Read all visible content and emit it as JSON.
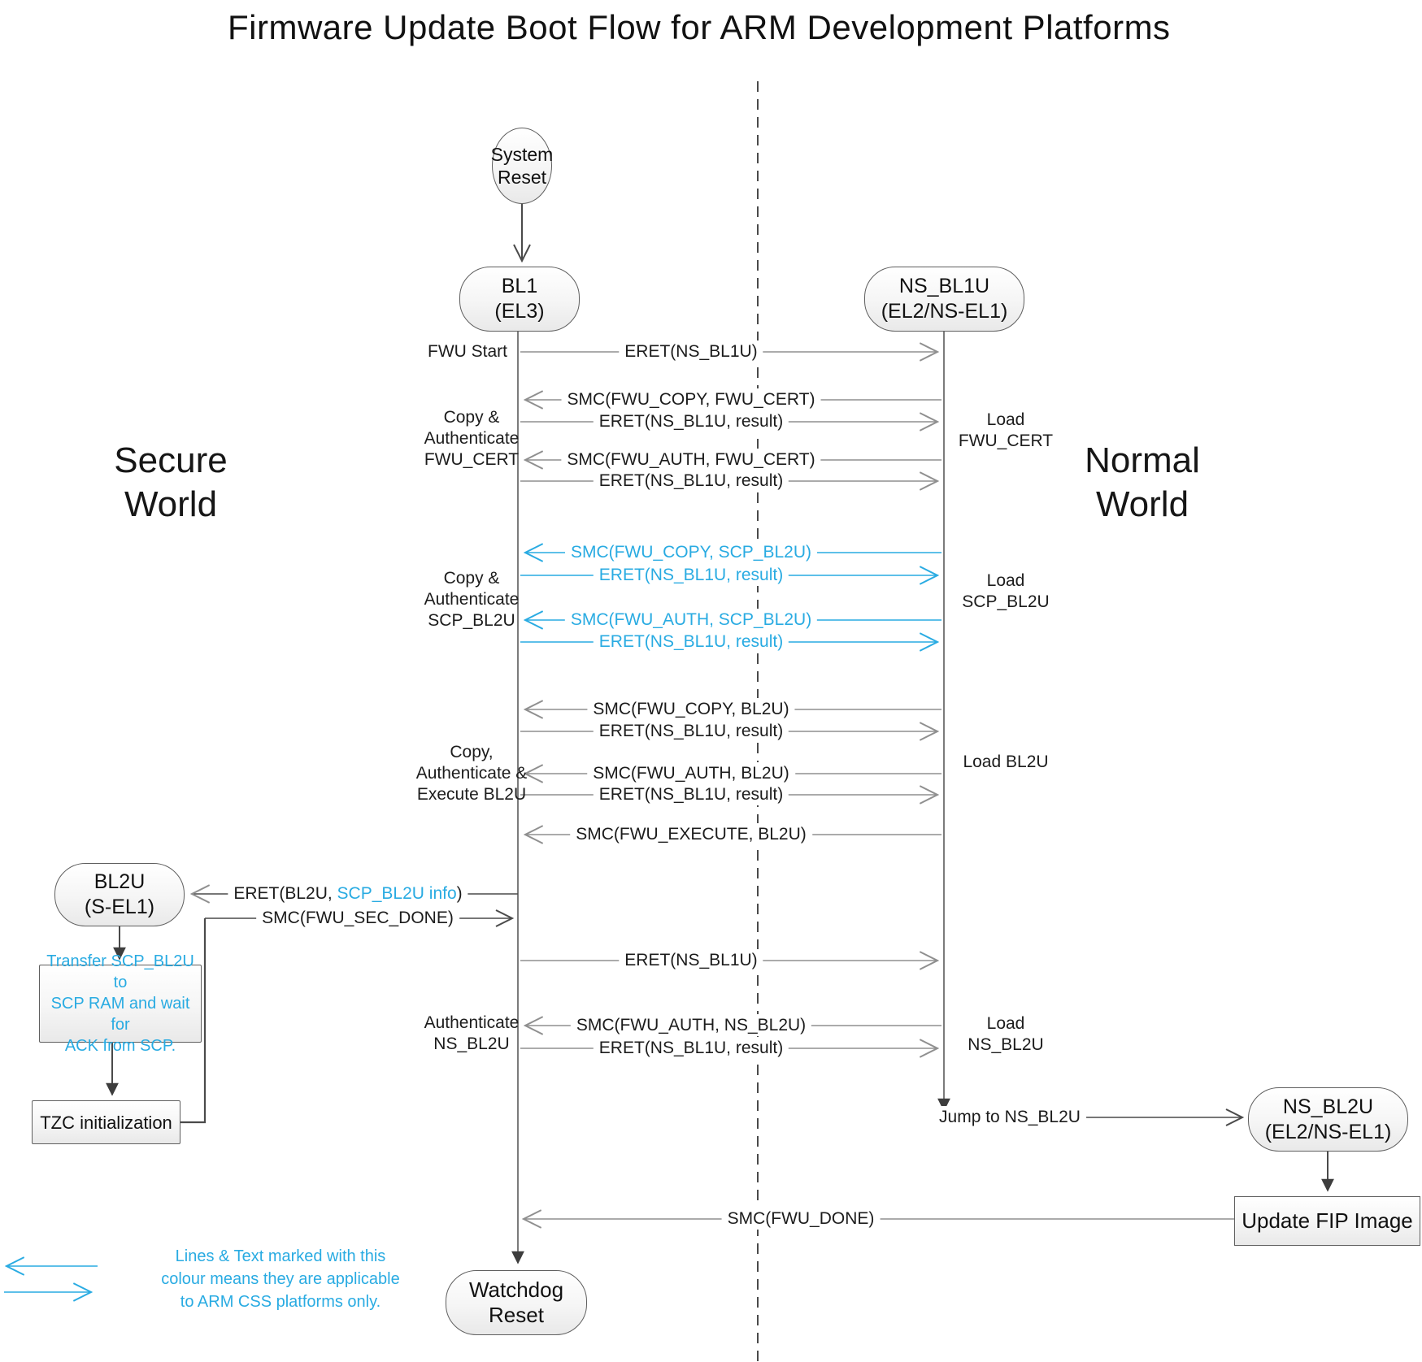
{
  "title": "Firmware Update Boot Flow for ARM Development Platforms",
  "worlds": {
    "secure": "Secure\nWorld",
    "normal": "Normal\nWorld"
  },
  "nodes": {
    "system_reset": "System\nReset",
    "bl1": "BL1\n(EL3)",
    "ns_bl1u": "NS_BL1U\n(EL2/NS-EL1)",
    "bl2u": "BL2U\n(S-EL1)",
    "ns_bl2u": "NS_BL2U\n(EL2/NS-EL1)",
    "watchdog_reset": "Watchdog Reset",
    "transfer_scp": "Transfer SCP_BL2U to\nSCP RAM and wait for\nACK from SCP.",
    "tzc_init": "TZC initialization",
    "update_fip": "Update FIP Image"
  },
  "messages": [
    {
      "label": "ERET(NS_BL1U)",
      "direction": "right",
      "color": "black"
    },
    {
      "label": "SMC(FWU_COPY, FWU_CERT)",
      "direction": "left",
      "color": "black"
    },
    {
      "label": "ERET(NS_BL1U, result)",
      "direction": "right",
      "color": "black"
    },
    {
      "label": "SMC(FWU_AUTH, FWU_CERT)",
      "direction": "left",
      "color": "black"
    },
    {
      "label": "ERET(NS_BL1U, result)",
      "direction": "right",
      "color": "black"
    },
    {
      "label": "SMC(FWU_COPY, SCP_BL2U)",
      "direction": "left",
      "color": "blue"
    },
    {
      "label": "ERET(NS_BL1U, result)",
      "direction": "right",
      "color": "blue"
    },
    {
      "label": "SMC(FWU_AUTH, SCP_BL2U)",
      "direction": "left",
      "color": "blue"
    },
    {
      "label": "ERET(NS_BL1U, result)",
      "direction": "right",
      "color": "blue"
    },
    {
      "label": "SMC(FWU_COPY, BL2U)",
      "direction": "left",
      "color": "black"
    },
    {
      "label": "ERET(NS_BL1U, result)",
      "direction": "right",
      "color": "black"
    },
    {
      "label": "SMC(FWU_AUTH, BL2U)",
      "direction": "left",
      "color": "black"
    },
    {
      "label": "ERET(NS_BL1U, result)",
      "direction": "right",
      "color": "black"
    },
    {
      "label": "SMC(FWU_EXECUTE, BL2U)",
      "direction": "left",
      "color": "black"
    },
    {
      "label": "ERET(NS_BL1U)",
      "direction": "right",
      "color": "black"
    },
    {
      "label": "SMC(FWU_AUTH, NS_BL2U)",
      "direction": "left",
      "color": "black"
    },
    {
      "label": "ERET(NS_BL1U, result)",
      "direction": "right",
      "color": "black"
    }
  ],
  "special_messages": {
    "eret_bl2u": {
      "prefix": "ERET(BL2U, ",
      "highlight": "SCP_BL2U info",
      "suffix": ")"
    },
    "smc_sec_done": "SMC(FWU_SEC_DONE)",
    "smc_done": "SMC(FWU_DONE)",
    "jump_ns_bl2u": "Jump to NS_BL2U"
  },
  "side_labels": {
    "left": [
      {
        "label": "FWU Start"
      },
      {
        "label": "Copy &\nAuthenticate\nFWU_CERT"
      },
      {
        "label": "Copy &\nAuthenticate\nSCP_BL2U",
        "color": "blue"
      },
      {
        "label": "Copy,\nAuthenticate &\nExecute BL2U"
      },
      {
        "label": "Authenticate\nNS_BL2U"
      }
    ],
    "right": [
      {
        "label": "Load\nFWU_CERT"
      },
      {
        "label": "Load\nSCP_BL2U",
        "color": "blue"
      },
      {
        "label": "Load BL2U"
      },
      {
        "label": "Load\nNS_BL2U"
      }
    ]
  },
  "legend": {
    "text": "Lines & Text marked with this\ncolour means they are applicable\nto ARM CSS platforms only."
  },
  "colors": {
    "accent_blue": "#29ABE2",
    "message_line_gray": "#8f8f8f",
    "flow_dark": "#404040"
  }
}
